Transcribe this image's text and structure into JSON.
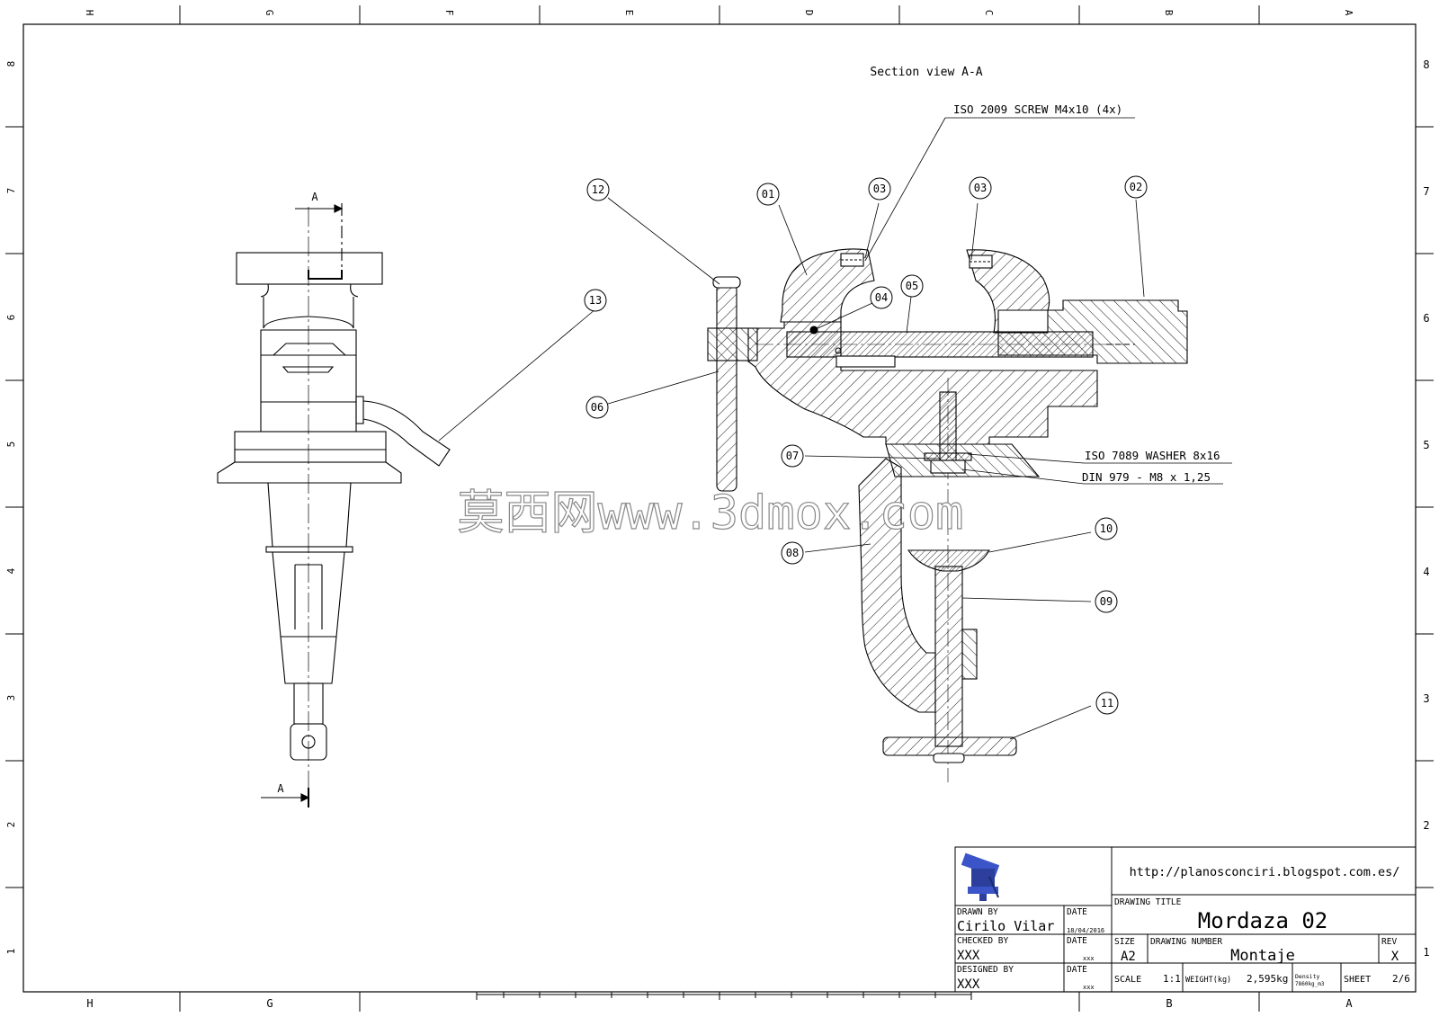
{
  "border": {
    "top_cols": [
      "H",
      "G",
      "F",
      "E",
      "D",
      "C",
      "B",
      "A"
    ],
    "bottom_cols": [
      "H",
      "G",
      "B",
      "A"
    ],
    "rows": [
      "8",
      "7",
      "6",
      "5",
      "4",
      "3",
      "2",
      "1"
    ]
  },
  "drawing": {
    "section_label": "Section view A-A",
    "section_marker_top": "A",
    "section_marker_bottom": "A"
  },
  "callouts": {
    "c01": "01",
    "c02": "02",
    "c03a": "03",
    "c03b": "03",
    "c04": "04",
    "c05": "05",
    "c06": "06",
    "c07": "07",
    "c08": "08",
    "c09": "09",
    "c10": "10",
    "c11": "11",
    "c12": "12",
    "c13": "13"
  },
  "notes": {
    "screw": "ISO 2009 SCREW M4x10 (4x)",
    "washer": "ISO 7089 WASHER 8x16",
    "nut": "DIN 979 - M8 x 1,25"
  },
  "watermark": "莫西网www.3dmox.com",
  "title_block": {
    "url": "http://planosconciri.blogspot.com.es/",
    "drawn_by_label": "DRAWN BY",
    "drawn_by": "Cirilo Vilar",
    "date_label_1": "DATE",
    "date_1": "18/04/2016",
    "checked_by_label": "CHECKED BY",
    "checked_by": "XXX",
    "date_label_2": "DATE",
    "date_2": "xxx",
    "designed_by_label": "DESIGNED BY",
    "designed_by": "XXX",
    "date_label_3": "DATE",
    "date_3": "xxx",
    "drawing_title_label": "DRAWING TITLE",
    "drawing_title": "Mordaza 02",
    "size_label": "SIZE",
    "size": "A2",
    "drawing_number_label": "DRAWING NUMBER",
    "drawing_number": "Montaje",
    "rev_label": "REV",
    "rev": "X",
    "scale_label": "SCALE",
    "scale": "1:1",
    "weight_label": "WEIGHT(kg)",
    "weight": "2,595kg",
    "density_label": "Density",
    "density": "7860kg_m3",
    "sheet_label": "SHEET",
    "sheet": "2/6"
  },
  "colors": {
    "line": "#000000",
    "logo": "#3b55c8"
  }
}
